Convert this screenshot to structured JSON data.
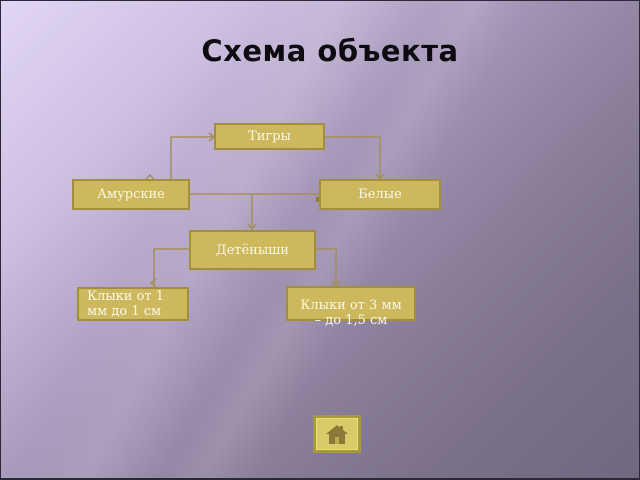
{
  "slide": {
    "title": "Схема объекта",
    "nodes": {
      "tigers": "Тигры",
      "amur": "Амурские",
      "white": "Белые",
      "cubs": "Детёныши",
      "fangs_small": "Клыки от 1 мм до 1 см",
      "fangs_large": "Клыки от 3 мм – до 1,5 см"
    },
    "home_button": {
      "icon": "home-icon"
    }
  },
  "colors": {
    "node_fill": "#cdb85e",
    "node_border": "#a28f3e",
    "connector": "#a28f5a",
    "node_text": "#fbf7e6",
    "title_text": "#0d0b10"
  }
}
